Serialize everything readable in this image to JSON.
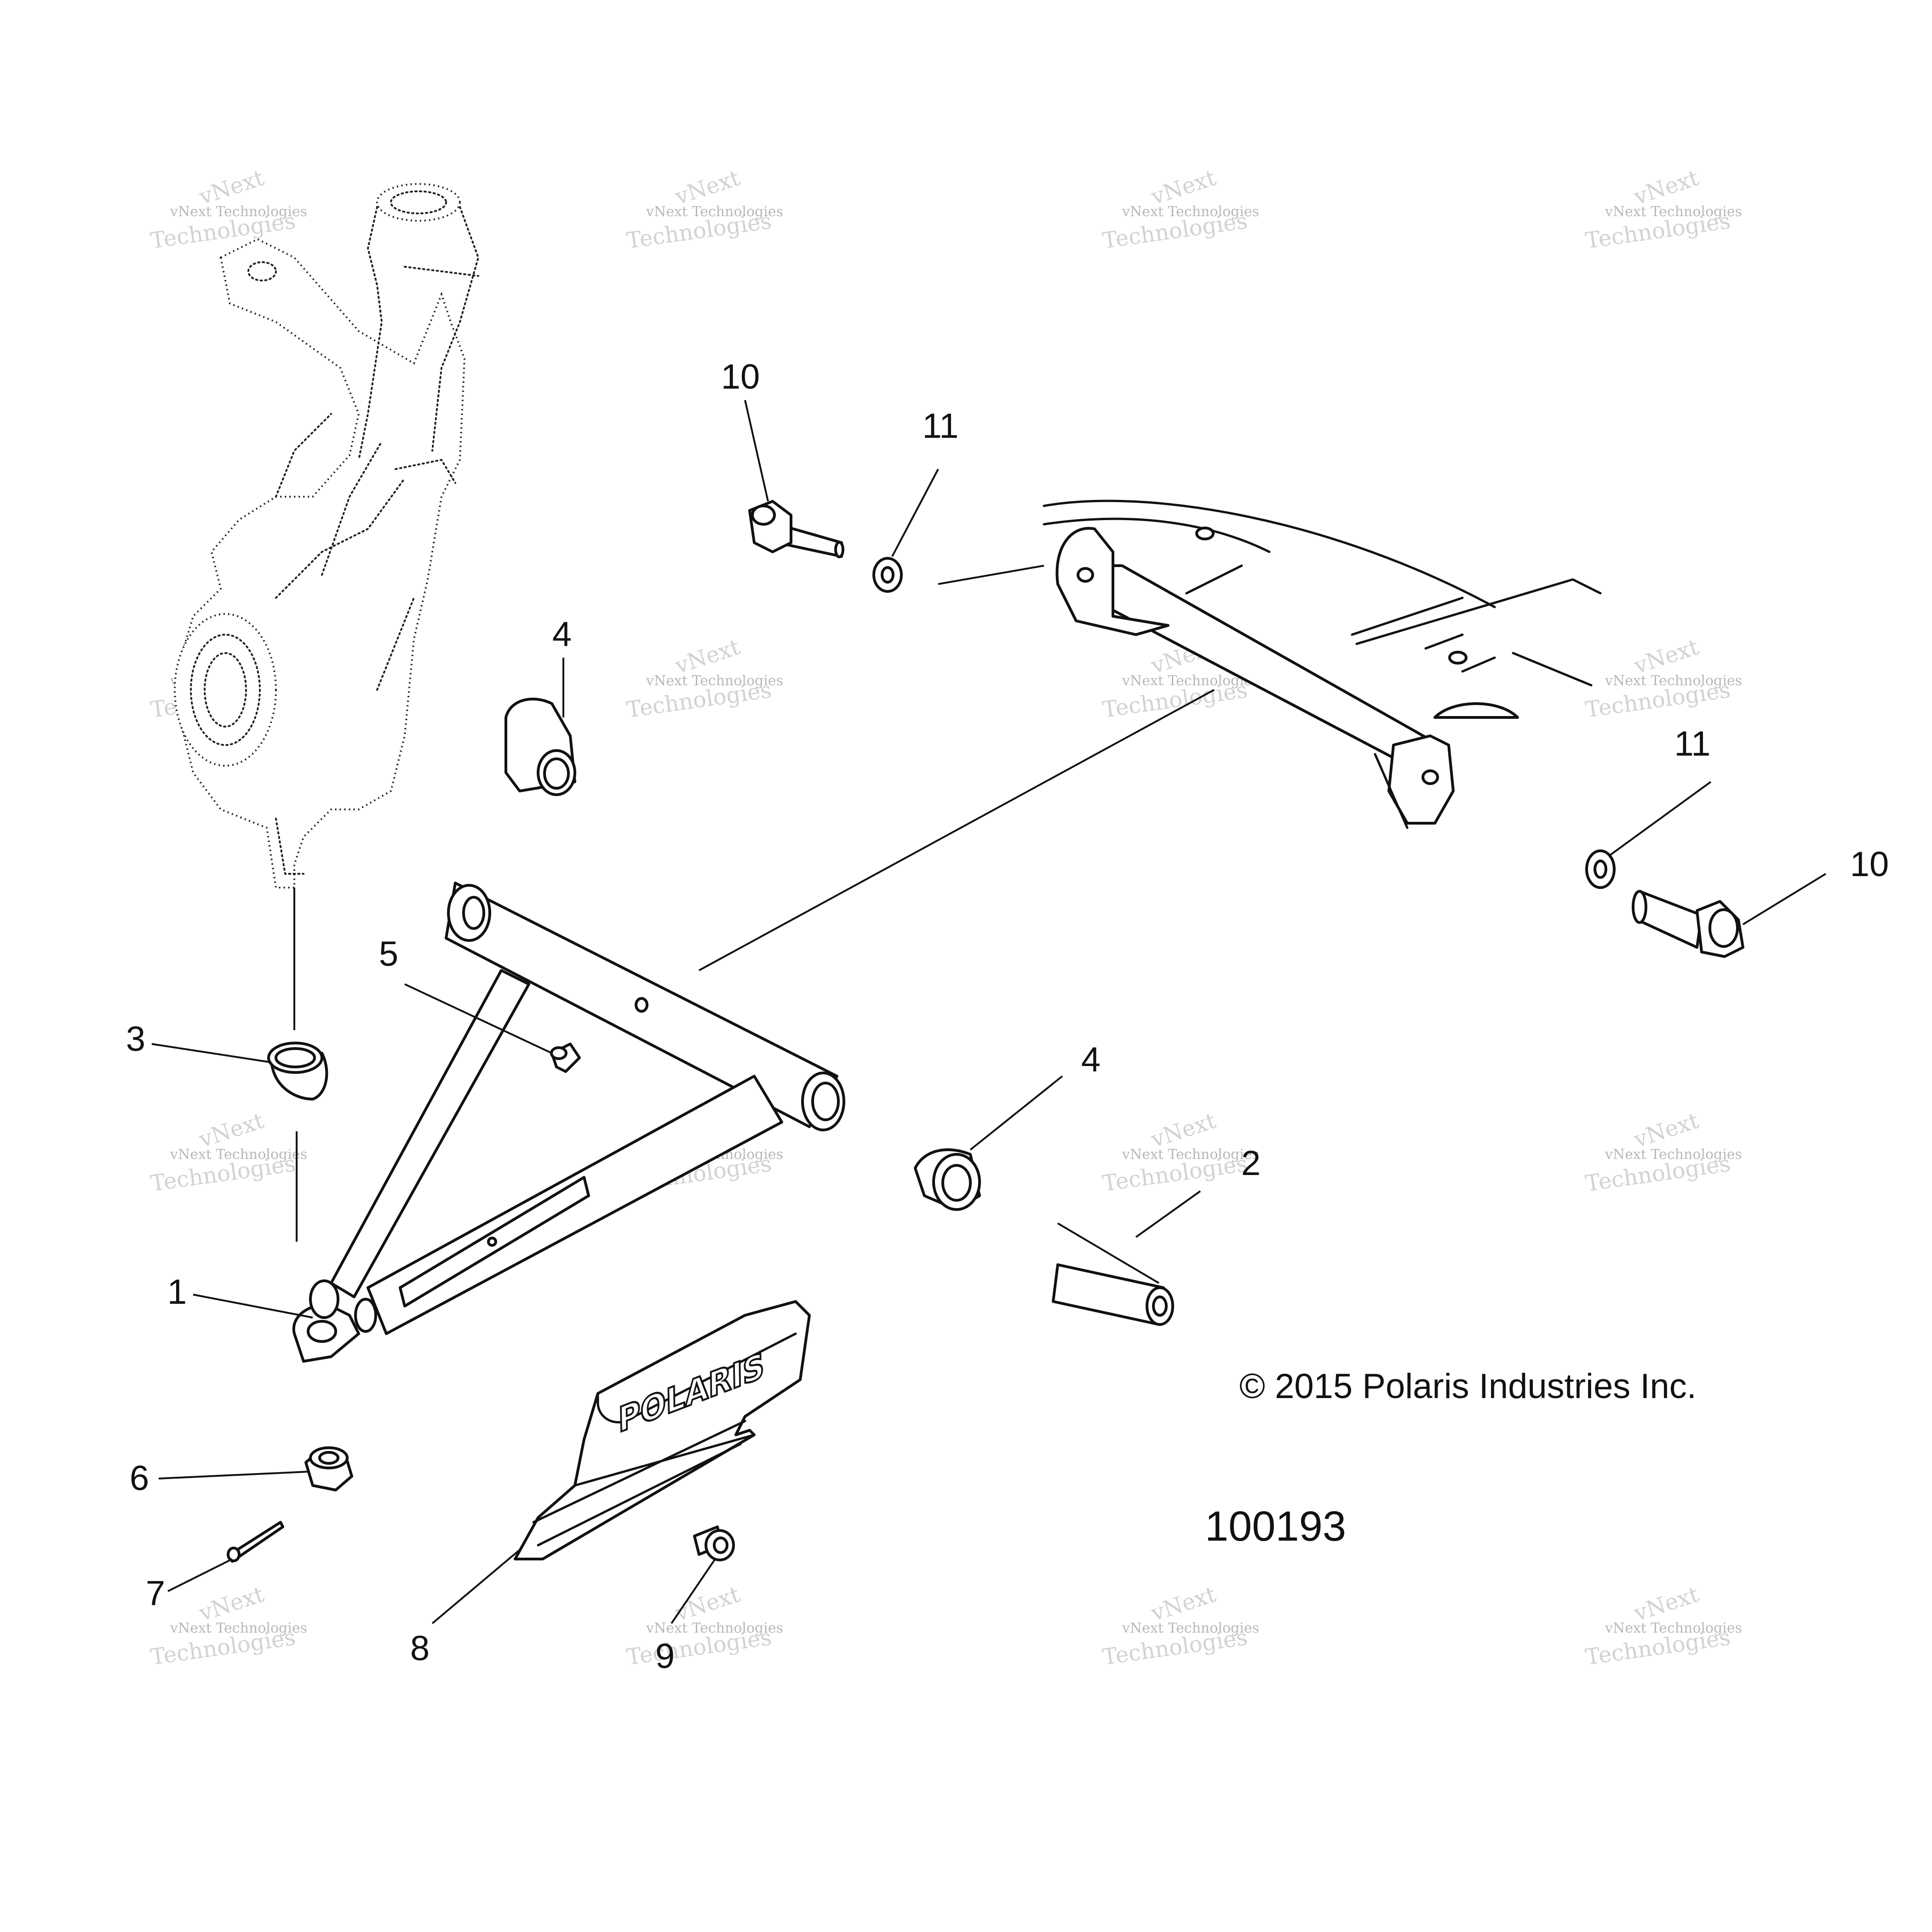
{
  "callouts": [
    {
      "id": "1",
      "label": "1"
    },
    {
      "id": "2",
      "label": "2"
    },
    {
      "id": "3",
      "label": "3"
    },
    {
      "id": "4a",
      "label": "4"
    },
    {
      "id": "4b",
      "label": "4"
    },
    {
      "id": "5",
      "label": "5"
    },
    {
      "id": "6",
      "label": "6"
    },
    {
      "id": "7",
      "label": "7"
    },
    {
      "id": "8",
      "label": "8"
    },
    {
      "id": "9",
      "label": "9"
    },
    {
      "id": "10a",
      "label": "10"
    },
    {
      "id": "10b",
      "label": "10"
    },
    {
      "id": "11a",
      "label": "11"
    },
    {
      "id": "11b",
      "label": "11"
    }
  ],
  "copyright": "© 2015 Polaris Industries Inc.",
  "figure_number": "100193",
  "logo_text": "POLARIS",
  "watermark": {
    "line1": "vNext Technologies",
    "line2": "vNext",
    "line3": "Technologies"
  }
}
